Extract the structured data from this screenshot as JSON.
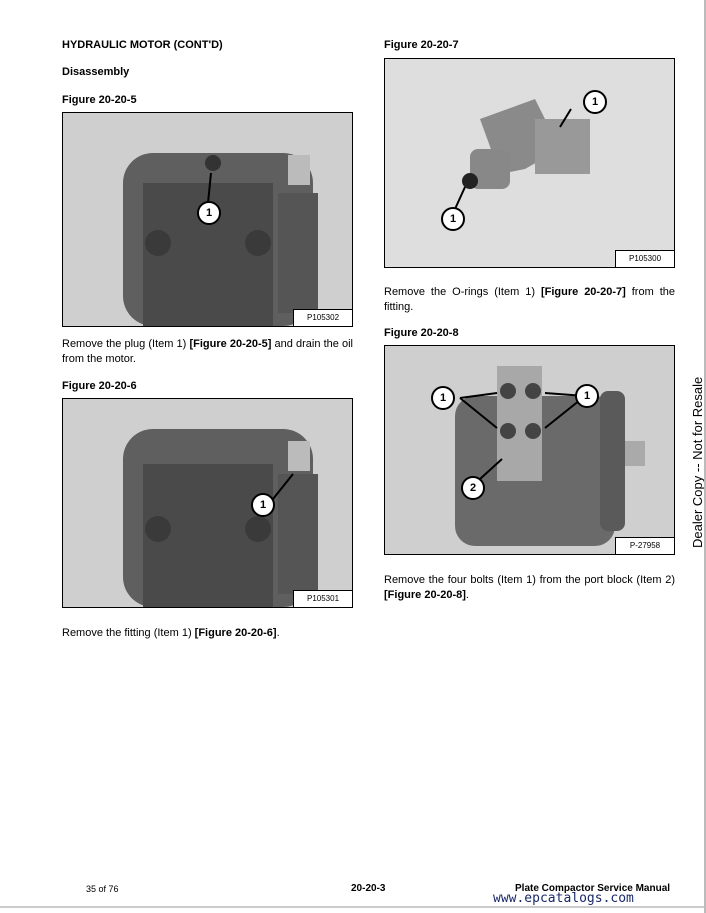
{
  "left": {
    "heading": "HYDRAULIC MOTOR (CONT'D)",
    "subheading": "Disassembly",
    "fig5": {
      "title": "Figure 20-20-5",
      "photo_id": "P105302",
      "callout": "1"
    },
    "text1": {
      "a": "Remove the plug (Item 1) ",
      "ref": "[Figure 20-20-5]",
      "b": " and drain the oil from the motor."
    },
    "fig6": {
      "title": "Figure 20-20-6",
      "photo_id": "P105301",
      "callout": "1"
    },
    "text2": {
      "a": "Remove the fitting (Item 1) ",
      "ref": "[Figure 20-20-6]",
      "b": "."
    }
  },
  "right": {
    "fig7": {
      "title": "Figure 20-20-7",
      "photo_id": "P105300",
      "callouts": [
        "1",
        "1"
      ]
    },
    "text1": {
      "a": "Remove the O-rings (Item 1) ",
      "ref": "[Figure 20-20-7]",
      "b": " from the fitting."
    },
    "fig8": {
      "title": "Figure 20-20-8",
      "photo_id": "P-27958",
      "callouts": [
        "1",
        "1",
        "2"
      ]
    },
    "text2": {
      "a": "Remove the four bolts (Item 1) from the port block (Item 2) ",
      "ref": "[Figure 20-20-8]",
      "b": "."
    }
  },
  "watermark": "Dealer Copy -- Not for Resale",
  "footer": {
    "page_count": "35 of 76",
    "page_number": "20-20-3",
    "manual_title": "Plate Compactor Service Manual",
    "site": "www.epcatalogs.com"
  }
}
